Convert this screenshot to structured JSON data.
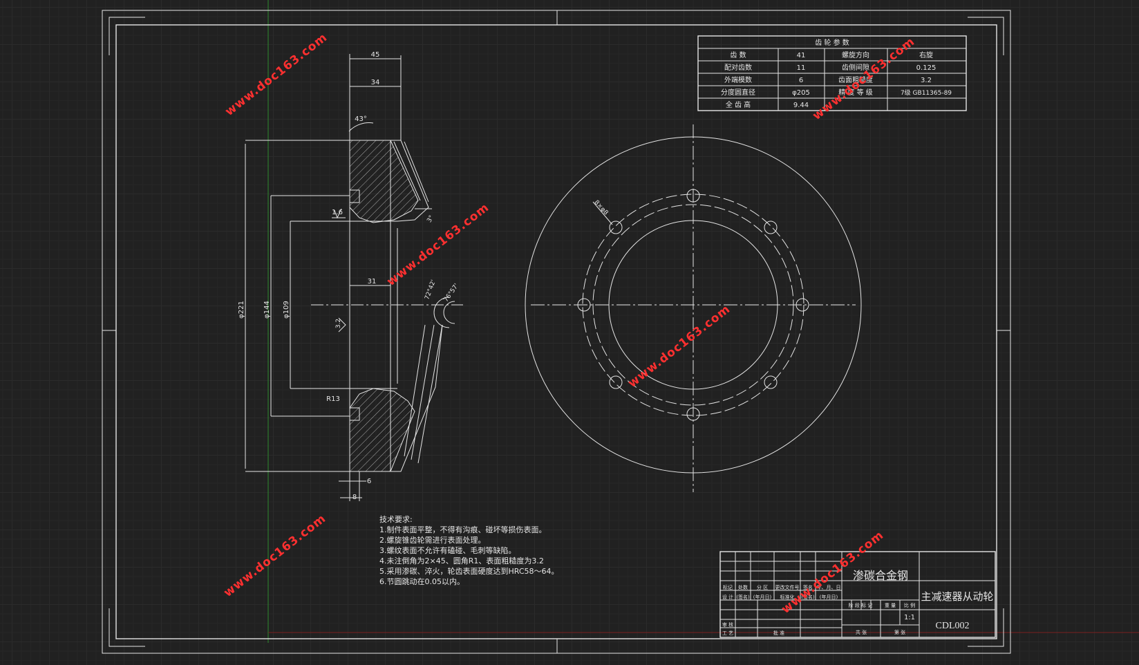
{
  "drawing": {
    "gear_table": {
      "title": "齿 轮 参 数",
      "rows": [
        [
          "齿 数",
          "41",
          "螺旋方向",
          "右旋"
        ],
        [
          "配对齿数",
          "11",
          "齿侧间隙",
          "0.125"
        ],
        [
          "外端模数",
          "6",
          "齿面粗糙度",
          "3.2"
        ],
        [
          "分度圆直径",
          "φ205",
          "精 度 等 级",
          "7级 GB11365-89"
        ],
        [
          "全 齿 高",
          "9.44",
          "",
          ""
        ]
      ]
    },
    "dimensions": {
      "d45": "45",
      "d34": "34",
      "ang43": "43°",
      "d16": "1.6",
      "d31": "31",
      "dia221": "φ221",
      "dia144": "φ144",
      "dia109": "φ109",
      "ra32": "3.2",
      "r13": "R13",
      "d6": "6",
      "d8": "8",
      "ang3": "3°",
      "ang7242": "72°42'",
      "ang7657": "76°57'",
      "holes": "8×φ8"
    },
    "tech_requirements": {
      "title": "技术要求:",
      "items": [
        "1.制件表面平整，不得有沟痕、碰坏等损伤表面。",
        "2.螺旋锥齿轮需进行表面处理。",
        "3.螺纹表面不允许有磕碰、毛刺等缺陷。",
        "4.未注倒角为2×45、圆角R1、表面粗糙度为3.2",
        "5.采用渗碳、淬火，轮齿表面硬度达到HRC58～64。",
        "6.节圆跳动在0.05以内。"
      ]
    },
    "title_block": {
      "material": "渗碳合金钢",
      "part_name": "主减速器从动轮",
      "drawing_no": "CDL002",
      "scale": "1:1",
      "row_labels_1": [
        "标记",
        "处数",
        "分 区",
        "更改文件号",
        "签名",
        "年、月、日"
      ],
      "row_labels_2": [
        "设 计",
        "(签名)",
        "(年月日)",
        "标准化",
        "(签名)",
        "(年月日)"
      ],
      "row_labels_3": [
        "审 核"
      ],
      "row_labels_4": [
        "工 艺",
        "批 准"
      ],
      "stage_labels": [
        "阶 段 标 记",
        "重 量",
        "比 例"
      ],
      "sheet_labels": [
        "共 张",
        "第 张"
      ]
    },
    "watermark": "www.doc163.com",
    "colors": {
      "background": "#212121",
      "line": "#e6e6e6",
      "watermark": "#ff3030",
      "grid": "#2b2b2b"
    }
  }
}
